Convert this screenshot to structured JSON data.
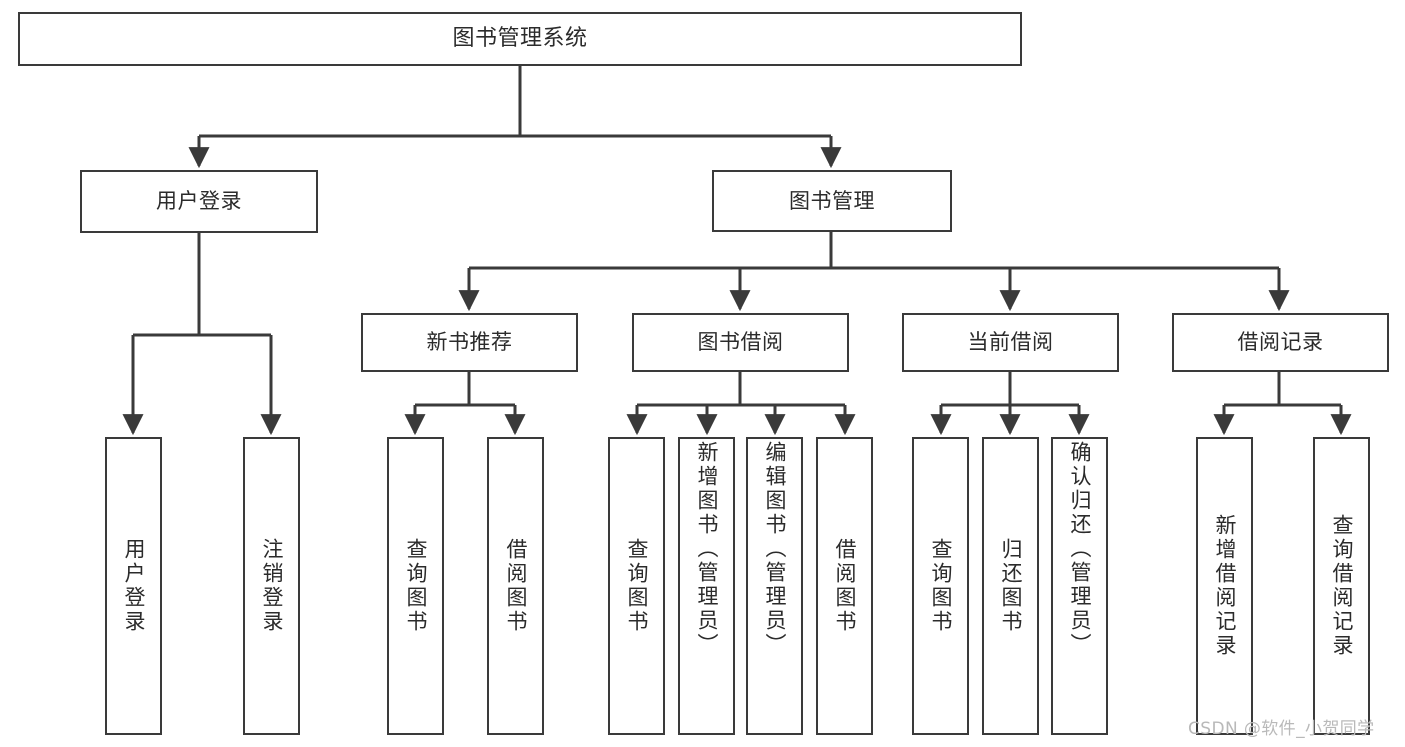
{
  "diagram": {
    "type": "tree-hierarchy",
    "title": "图书管理系统",
    "orientation": "top-down",
    "colors": {
      "box_border": "#3a3a3a",
      "box_fill": "#ffffff",
      "connector": "#3a3a3a",
      "text": "#2b2b2b",
      "watermark": "#b9b9b9"
    },
    "root": {
      "label": "图书管理系统"
    },
    "level1": [
      {
        "id": "user-login",
        "label": "用户登录"
      },
      {
        "id": "book-manage",
        "label": "图书管理"
      }
    ],
    "level2": [
      {
        "id": "new-book-recommend",
        "label": "新书推荐"
      },
      {
        "id": "book-borrow",
        "label": "图书借阅"
      },
      {
        "id": "current-borrow",
        "label": "当前借阅"
      },
      {
        "id": "borrow-record",
        "label": "借阅记录"
      }
    ],
    "leaves": {
      "user_login": [
        {
          "id": "leaf-user-login",
          "label": "用户登录"
        },
        {
          "id": "leaf-logout-login",
          "label": "注销登录"
        }
      ],
      "new_book_recommend": [
        {
          "id": "leaf-query-book-1",
          "label": "查询图书"
        },
        {
          "id": "leaf-borrow-book-1",
          "label": "借阅图书"
        }
      ],
      "book_borrow": [
        {
          "id": "leaf-query-book-2",
          "label": "查询图书"
        },
        {
          "id": "leaf-add-book",
          "label": "新增图书（管理员）"
        },
        {
          "id": "leaf-edit-book",
          "label": "编辑图书（管理员）"
        },
        {
          "id": "leaf-borrow-book-2",
          "label": "借阅图书"
        }
      ],
      "current_borrow": [
        {
          "id": "leaf-query-book-3",
          "label": "查询图书"
        },
        {
          "id": "leaf-return-book",
          "label": "归还图书"
        },
        {
          "id": "leaf-confirm-return",
          "label": "确认归还（管理员）"
        }
      ],
      "borrow_record": [
        {
          "id": "leaf-add-record",
          "label": "新增借阅记录"
        },
        {
          "id": "leaf-query-record",
          "label": "查询借阅记录"
        }
      ]
    }
  },
  "watermark": {
    "text": "CSDN @软件_小贺同学"
  }
}
